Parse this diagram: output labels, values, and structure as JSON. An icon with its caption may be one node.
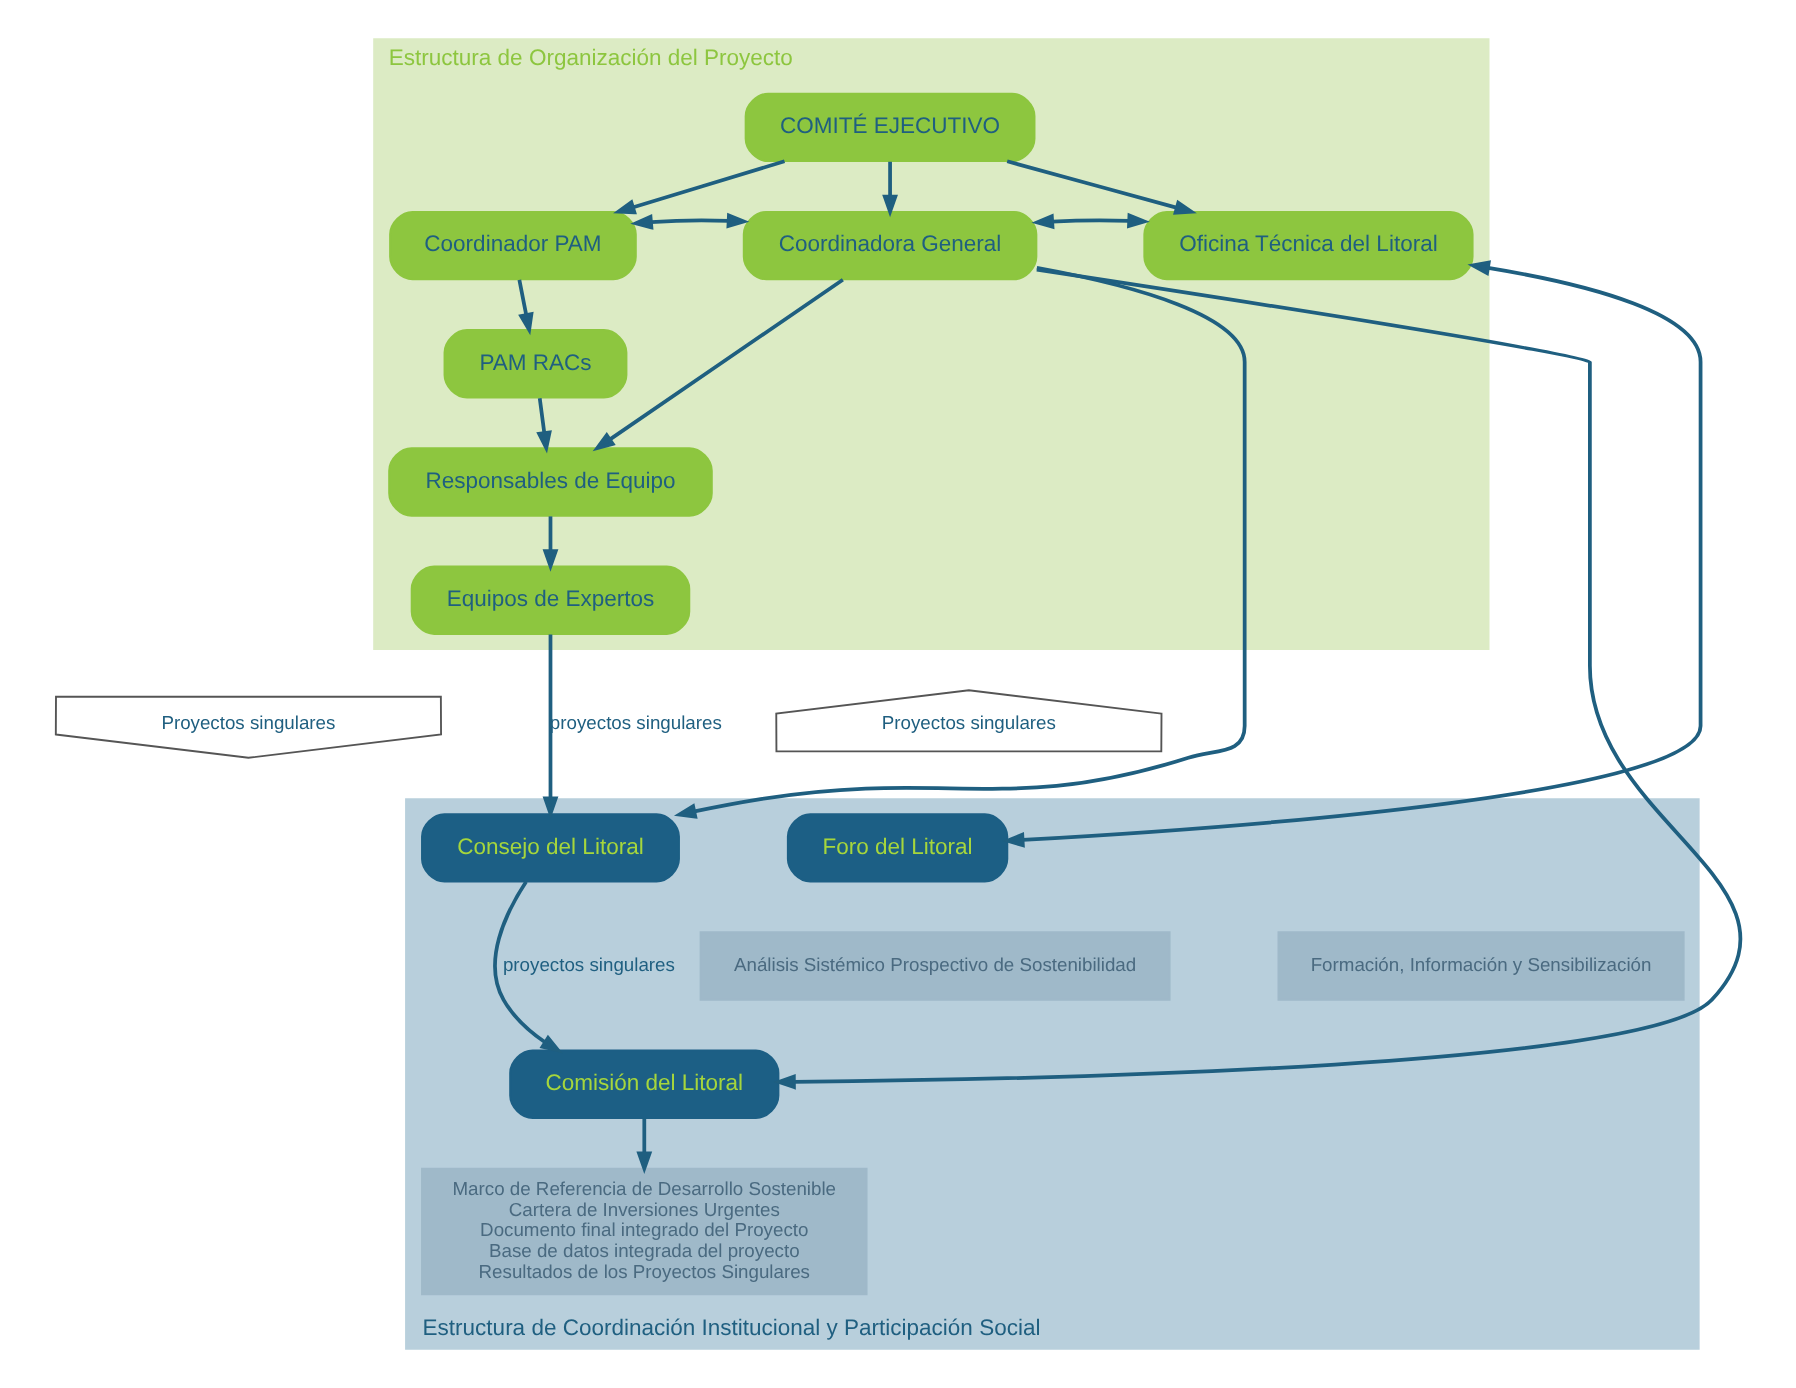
{
  "diagram": {
    "nodes": [
      {
        "text": [
          "Estructura de Organización del Proyecto"
        ]
      },
      {
        "text": [
          "COMITÉ EJECUTIVO"
        ],
        "in": 0
      },
      {
        "text": [
          "Coordinador PAM"
        ],
        "in": 0
      },
      {
        "text": [
          "Coordinadora General"
        ],
        "in": 0
      },
      {
        "text": [
          "Oficina Técnica del Litoral"
        ],
        "in": 0
      },
      {
        "text": [
          "PAM RACs"
        ],
        "in": 0
      },
      {
        "text": [
          "Responsables de Equipo"
        ],
        "in": 0
      },
      {
        "text": [
          "Equipos de Expertos"
        ],
        "in": 0
      },
      {
        "text": [
          "Proyectos singulares"
        ]
      },
      {
        "text": [
          "Proyectos singulares"
        ]
      },
      {
        "text": [
          "Estructura de Coordinación Institucional y Participación Social"
        ]
      },
      {
        "text": [
          "Consejo del Litoral"
        ],
        "in": 10
      },
      {
        "text": [
          "Análisis Sistémico Prospectivo de Sostenibilidad"
        ],
        "in": 10
      },
      {
        "text": [
          "Foro del Litoral"
        ],
        "in": 10
      },
      {
        "text": [
          "Formación, Información y Sensibilización"
        ],
        "in": 10
      },
      {
        "text": [
          "Comisión del Litoral"
        ],
        "in": 10
      },
      {
        "text": [
          "Marco de Referencia de Desarrollo Sostenible",
          "Cartera de Inversiones Urgentes",
          "Documento final integrado del Proyecto",
          "Base de datos integrada del proyecto",
          "Resultados de los Proyectos Singulares"
        ],
        "in": 10
      }
    ],
    "edges": [
      {
        "from": 1,
        "to": 2,
        "arrow": "to"
      },
      {
        "from": 1,
        "to": 3,
        "arrow": "to"
      },
      {
        "from": 1,
        "to": 4,
        "arrow": "to"
      },
      {
        "from": 2,
        "to": 3,
        "arrow": "both"
      },
      {
        "from": 3,
        "to": 4,
        "arrow": "both"
      },
      {
        "from": 2,
        "to": 5,
        "arrow": "to"
      },
      {
        "from": 5,
        "to": 6,
        "arrow": "to"
      },
      {
        "from": 3,
        "to": 6,
        "arrow": "to"
      },
      {
        "from": 3,
        "to": 11,
        "arrow": "to"
      },
      {
        "from": 3,
        "to": 15,
        "arrow": "to"
      },
      {
        "from": 6,
        "to": 7,
        "arrow": "to"
      },
      {
        "from": 4,
        "to": 13,
        "arrow": "both"
      },
      {
        "from": 7,
        "to": 11,
        "arrow": "to",
        "label": "proyectos singulares"
      },
      {
        "from": 11,
        "to": 15,
        "arrow": "to",
        "label": "proyectos singulares"
      },
      {
        "from": 15,
        "to": 16,
        "arrow": "to"
      }
    ]
  }
}
